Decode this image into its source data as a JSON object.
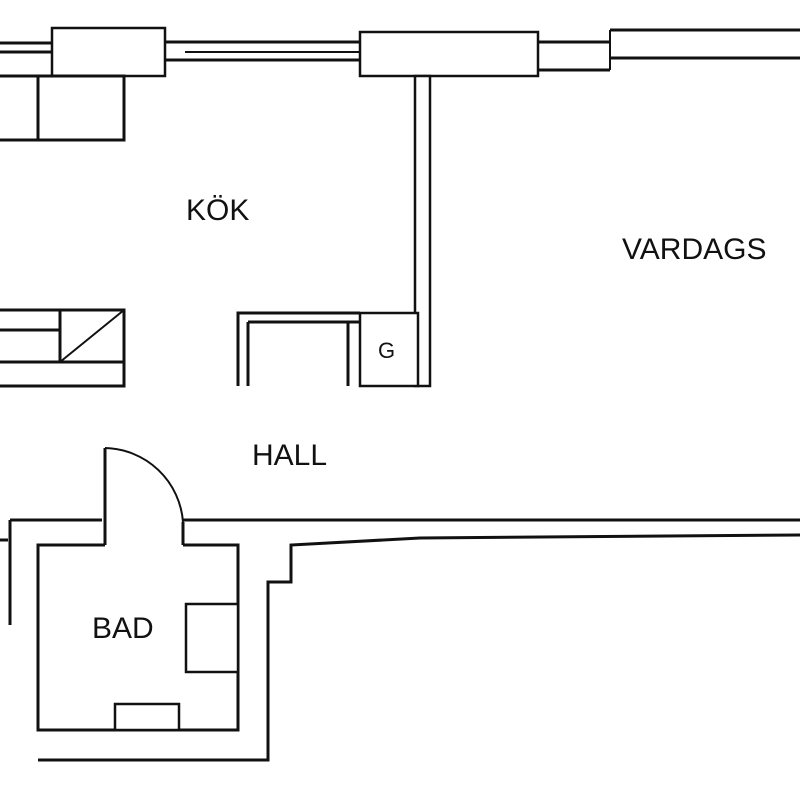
{
  "rooms": {
    "kitchen": "KÖK",
    "living_room": "VARDAGS",
    "hall": "HALL",
    "bathroom": "BAD"
  },
  "fixtures": {
    "wardrobe": "G"
  },
  "colors": {
    "line": "#111111",
    "background": "#ffffff"
  }
}
